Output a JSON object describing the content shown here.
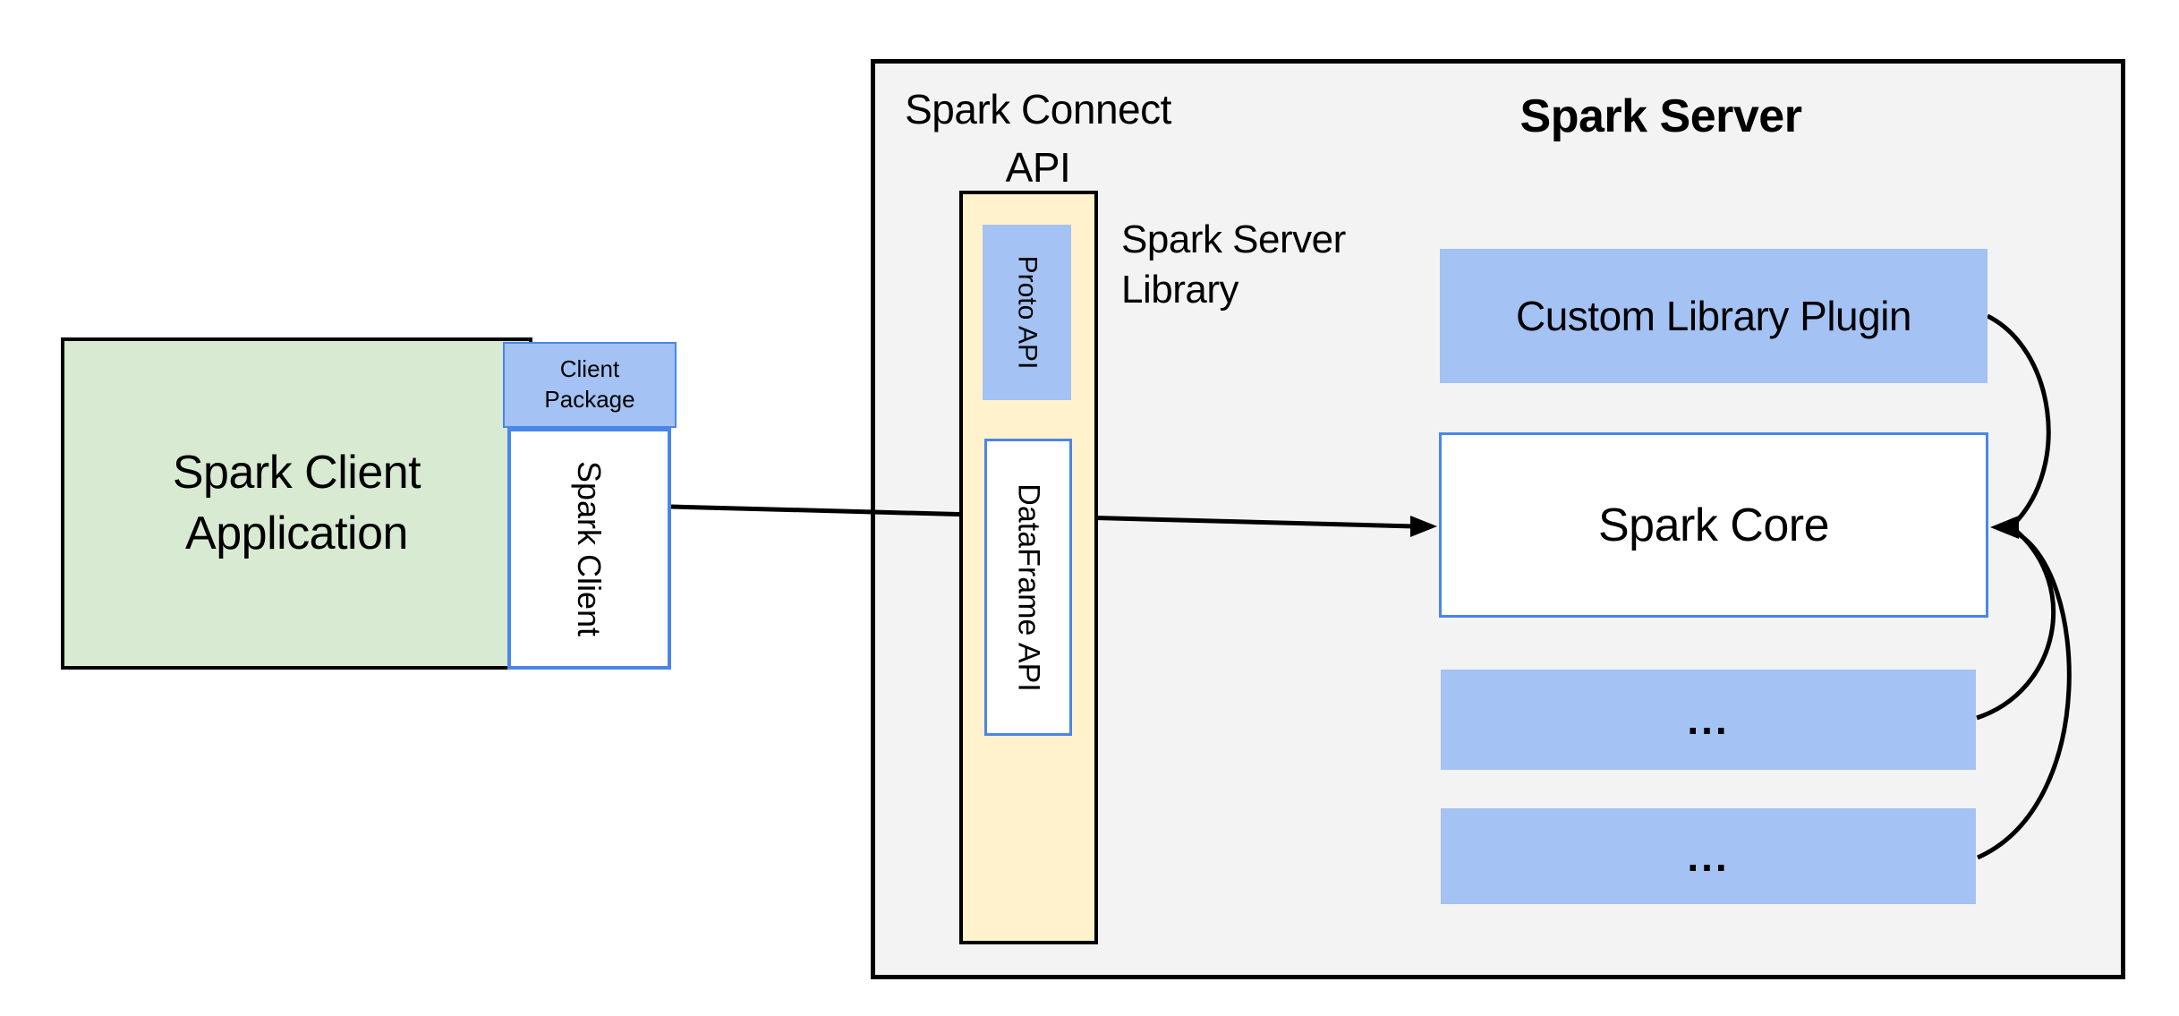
{
  "diagram": {
    "client": {
      "app_label": "Spark Client\nApplication",
      "package_label": "Client\nPackage",
      "client_label": "Spark Client"
    },
    "connect_api": {
      "title": "Spark Connect\nAPI",
      "proto_label": "Proto API",
      "dataframe_label": "DataFrame API",
      "library_caption": "Spark Server\nLibrary"
    },
    "server": {
      "title": "Spark Server",
      "plugin_label": "Custom Library Plugin",
      "core_label": "Spark Core",
      "module1_label": "...",
      "module2_label": "..."
    },
    "edges": [
      {
        "from": "spark-client",
        "to": "spark-core",
        "style": "straight-arrow"
      },
      {
        "from": "custom-library-plugin",
        "to": "spark-core",
        "style": "curved-arrow"
      },
      {
        "from": "module-1",
        "to": "spark-core",
        "style": "curved-arrow"
      },
      {
        "from": "module-2",
        "to": "spark-core",
        "style": "curved-arrow"
      }
    ],
    "colors": {
      "client_app_fill": "#d9ead3",
      "blue_fill": "#a4c2f4",
      "blue_border": "#4a86e8",
      "api_column_fill": "#fff2cc",
      "server_panel_fill": "#f2f3f2",
      "outline": "#000000",
      "text": "#000000"
    }
  }
}
